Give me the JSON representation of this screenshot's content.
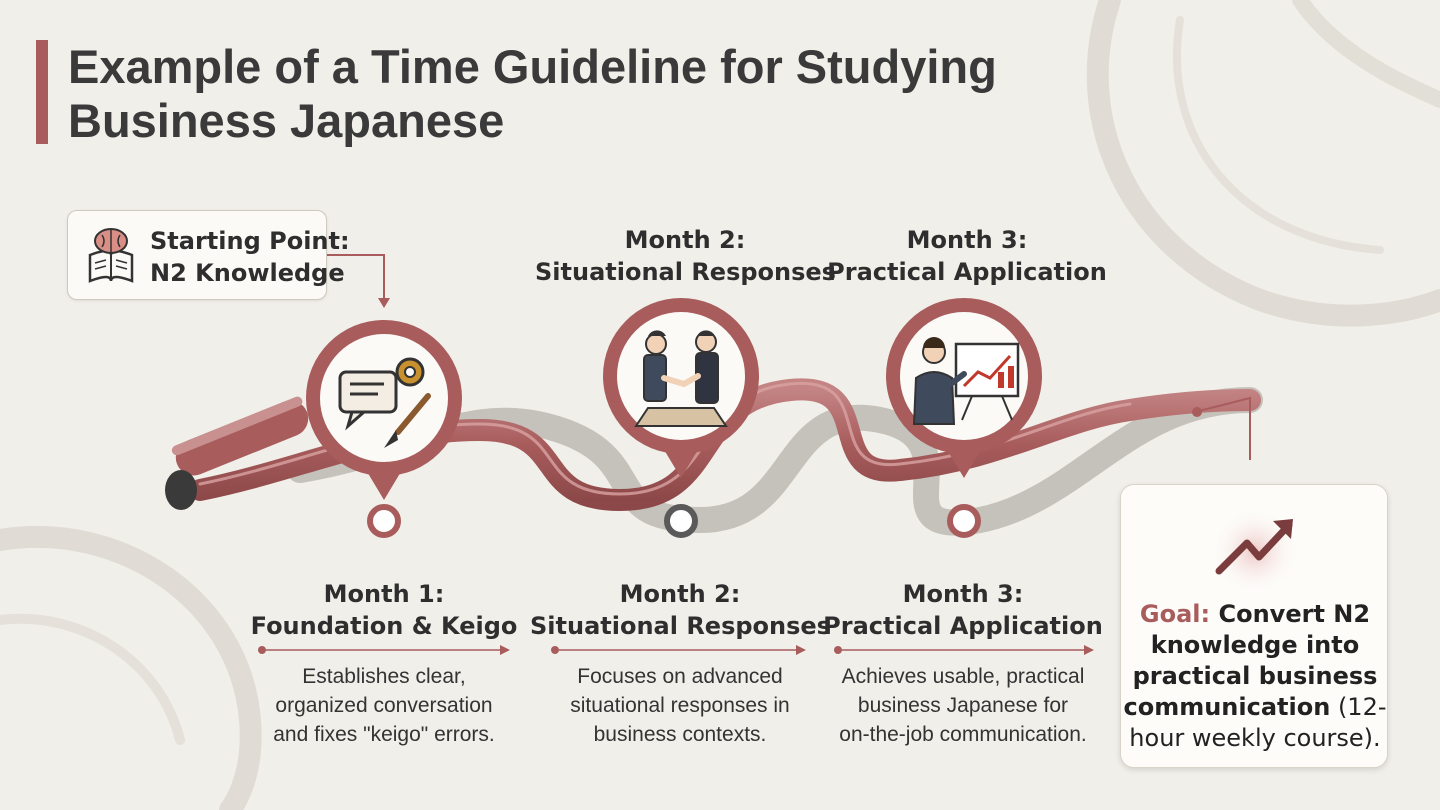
{
  "title": {
    "line1": "Example of a Time Guideline for Studying",
    "line2": "Business Japanese"
  },
  "start": {
    "line1": "Starting Point:",
    "line2": "N2 Knowledge",
    "icon": "brain-book-icon"
  },
  "top_labels": [
    {
      "line1": "Month 2:",
      "line2": "Situational Responses"
    },
    {
      "line1": "Month 3:",
      "line2": "Practical Application"
    }
  ],
  "stages": [
    {
      "title1": "Month 1:",
      "title2": "Foundation & Keigo",
      "desc": [
        "Establishes clear,",
        "organized conversation",
        "and fixes \"keigo\" errors."
      ],
      "icon": "chat-gear-brush-icon"
    },
    {
      "title1": "Month 2:",
      "title2": "Situational Responses",
      "desc": [
        "Focuses on advanced",
        "situational responses in",
        "business contexts."
      ],
      "icon": "handshake-icon"
    },
    {
      "title1": "Month 3:",
      "title2": "Practical Application",
      "desc": [
        "Achieves usable, practical",
        "business Japanese for",
        "on-the-job communication."
      ],
      "icon": "presentation-icon"
    }
  ],
  "goal": {
    "label": "Goal:",
    "line1_rest": " Convert N2",
    "line2": "knowledge into",
    "line3": "practical business",
    "line4_bold": "communication",
    "line4_rest": " (12-",
    "line5": "hour weekly course).",
    "icon": "trend-up-arrow-icon"
  },
  "colors": {
    "accent": "#a85c5c",
    "accent_dark": "#7a3c3c",
    "path_gray": "#b9b6b1",
    "background": "#f1efe9"
  }
}
